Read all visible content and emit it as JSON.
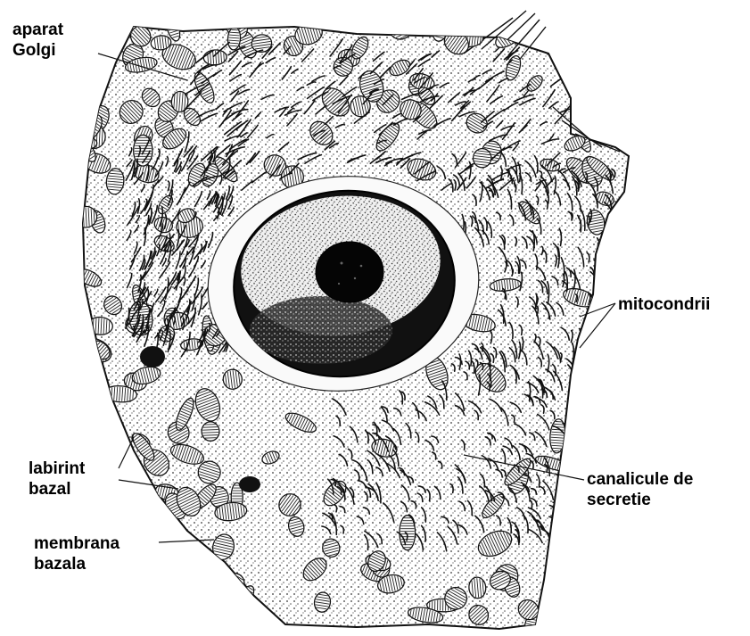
{
  "labels": {
    "golgi": [
      "aparat",
      "Golgi"
    ],
    "mito": [
      "mitocondrii"
    ],
    "labirint": [
      "labirint",
      "bazal"
    ],
    "membrana": [
      "membrana",
      "bazala"
    ],
    "canalicule": [
      "canalicule de",
      "secretie"
    ]
  },
  "colors": {
    "ink": "#111111",
    "paper": "#ffffff",
    "nucleus_fill": "#1b1b1b",
    "nucleolus_fill": "#050505"
  }
}
